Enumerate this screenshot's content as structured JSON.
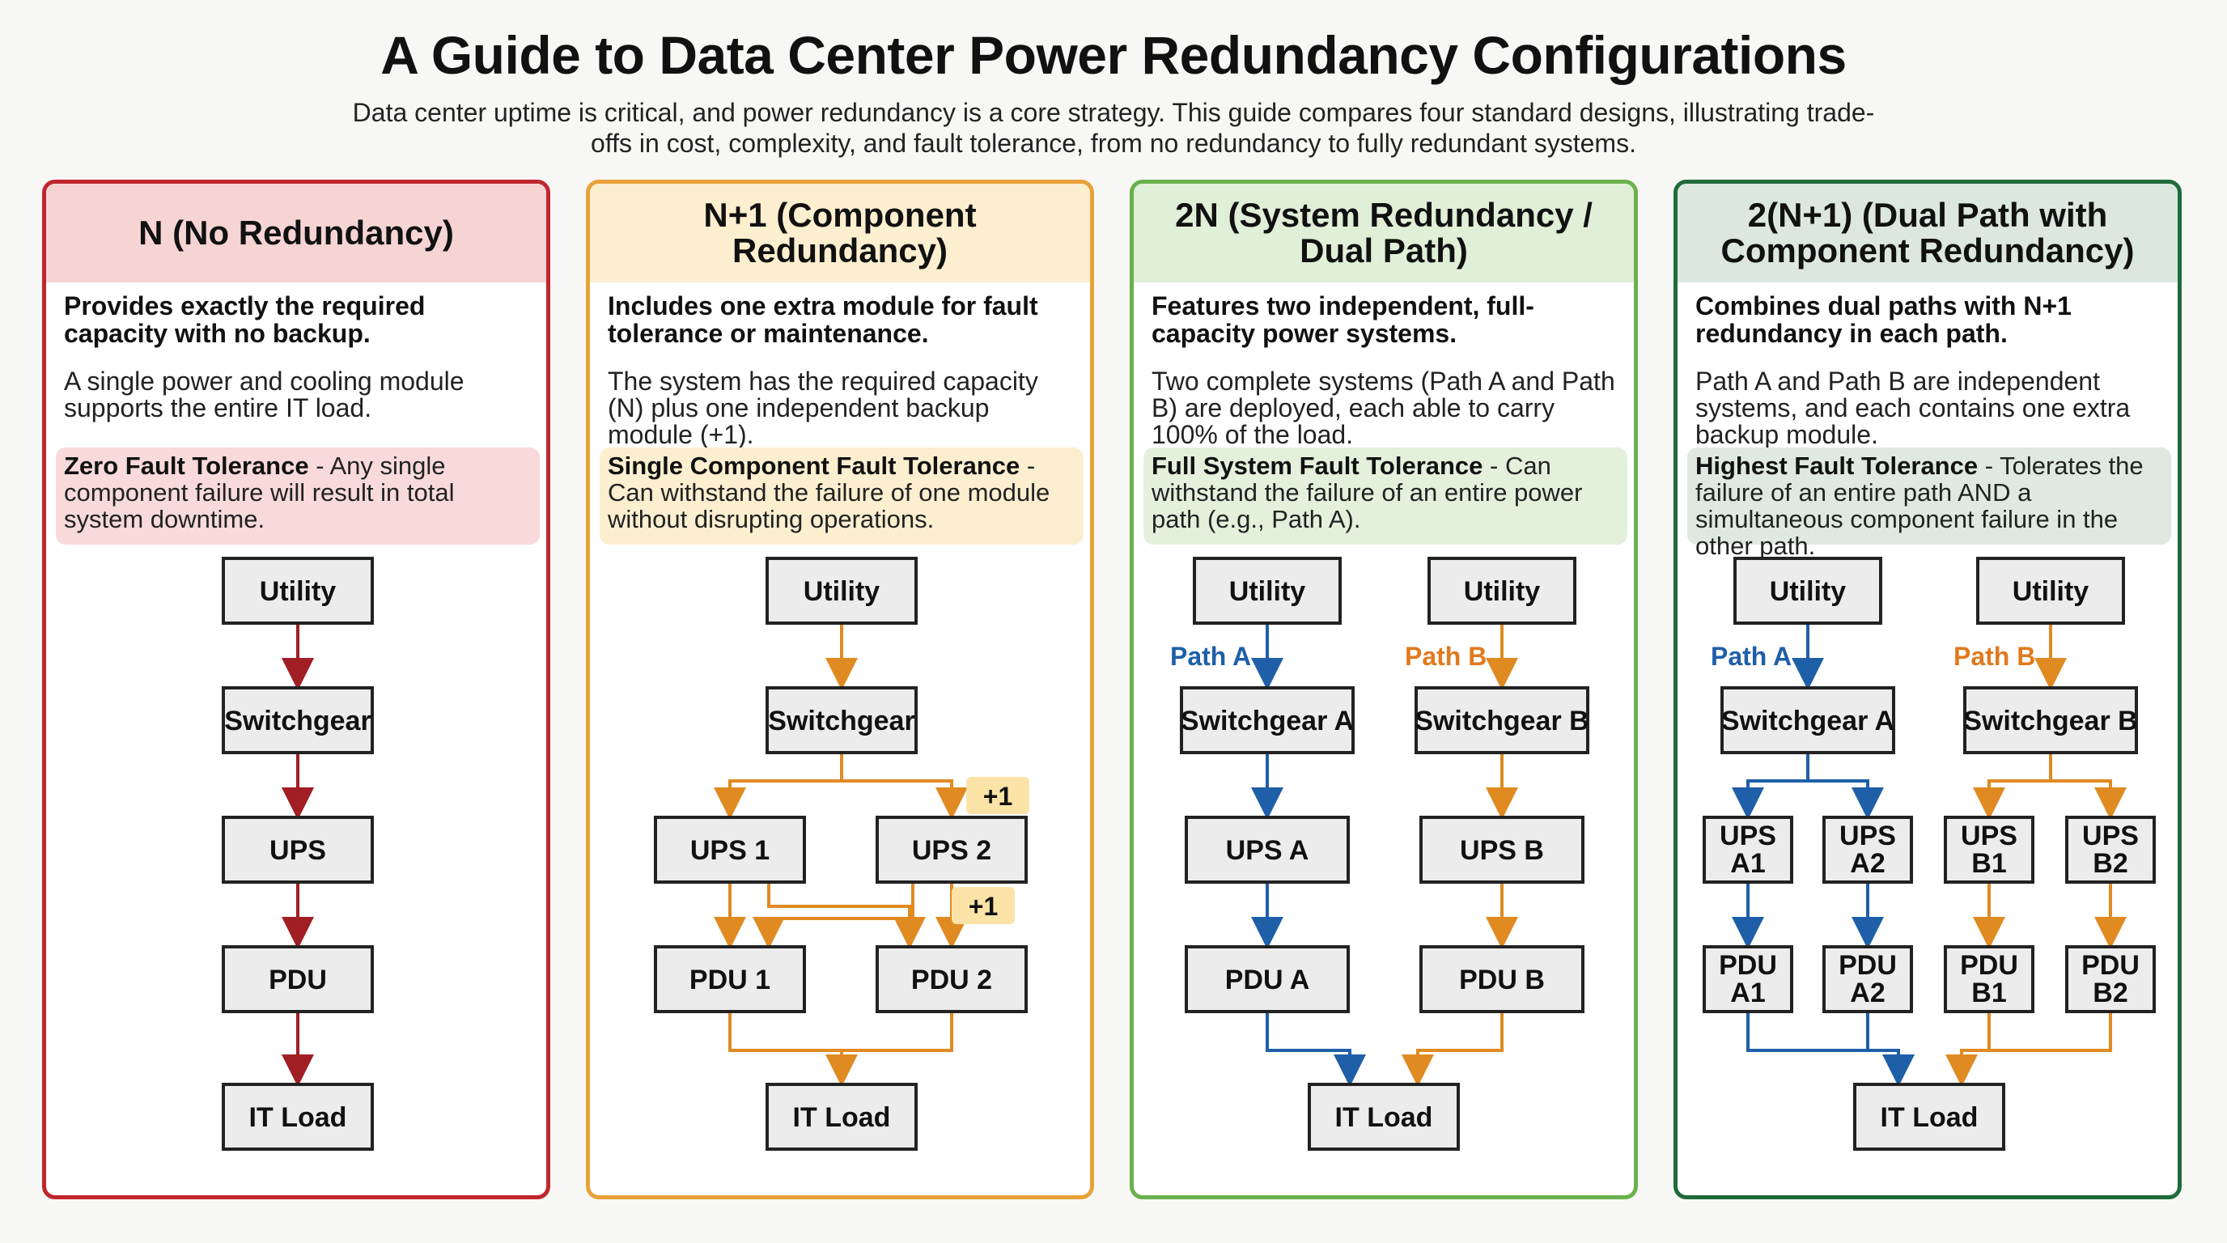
{
  "title": "A Guide to Data Center Power Redundancy Configurations",
  "subtitle": "Data center uptime is critical, and power redundancy is a core strategy. This guide compares four standard designs, illustrating trade-offs in cost, complexity, and fault tolerance, from no redundancy to fully redundant systems.",
  "colors": {
    "n": "#c0272d",
    "n1": "#e8a23a",
    "2n": "#6ab04c",
    "2n1": "#1f6b3a",
    "blue": "#1f5fa8",
    "orange": "#e07a1f"
  },
  "columns": [
    {
      "heading": "N (No Redundancy)",
      "lead": "Provides exactly the required capacity with no backup.",
      "desc": "A single power and cooling module supports the entire IT load.",
      "callout_bold": "Zero Fault Tolerance",
      "callout_text": " - Any single component failure will result in total system downtime.",
      "nodes": [
        "Utility",
        "Switchgear",
        "UPS",
        "PDU",
        "IT Load"
      ]
    },
    {
      "heading": "N+1 (Component Redundancy)",
      "lead": "Includes one extra module for fault tolerance or maintenance.",
      "desc": "The system has the required capacity (N) plus one independent backup module (+1).",
      "callout_bold": "Single Component Fault Tolerance",
      "callout_text": " - Can withstand the failure of one module without disrupting operations.",
      "nodes": [
        "Utility",
        "Switchgear",
        "UPS 1",
        "UPS 2",
        "PDU 1",
        "PDU 2",
        "IT Load"
      ],
      "plus": "+1"
    },
    {
      "heading": "2N (System Redundancy / Dual Path)",
      "lead": "Features two independent, full-capacity power systems.",
      "desc": "Two complete systems (Path A and Path B) are deployed, each able to carry 100% of the load.",
      "callout_bold": "Full System Fault Tolerance",
      "callout_text": " - Can withstand the failure of an entire power path (e.g., Path A).",
      "nodes": [
        "Utility",
        "Utility",
        "Switchgear A",
        "Switchgear B",
        "UPS A",
        "UPS B",
        "PDU A",
        "PDU B",
        "IT Load"
      ],
      "path_a": "Path A",
      "path_b": "Path B"
    },
    {
      "heading": "2(N+1) (Dual Path with Component Redundancy)",
      "lead": "Combines dual paths with N+1 redundancy in each path.",
      "desc": "Path A and Path B are independent systems, and each contains one extra backup module.",
      "callout_bold": "Highest Fault Tolerance",
      "callout_text": " - Tolerates the failure of an entire path AND a simultaneous component failure in the other path.",
      "nodes": [
        "Utility",
        "Utility",
        "Switchgear A",
        "Switchgear B",
        "UPS",
        "A1",
        "UPS",
        "A2",
        "UPS",
        "B1",
        "UPS",
        "B2",
        "PDU",
        "A1",
        "PDU",
        "A2",
        "PDU",
        "B1",
        "PDU",
        "B2",
        "IT Load"
      ],
      "path_a": "Path A",
      "path_b": "Path B"
    }
  ]
}
